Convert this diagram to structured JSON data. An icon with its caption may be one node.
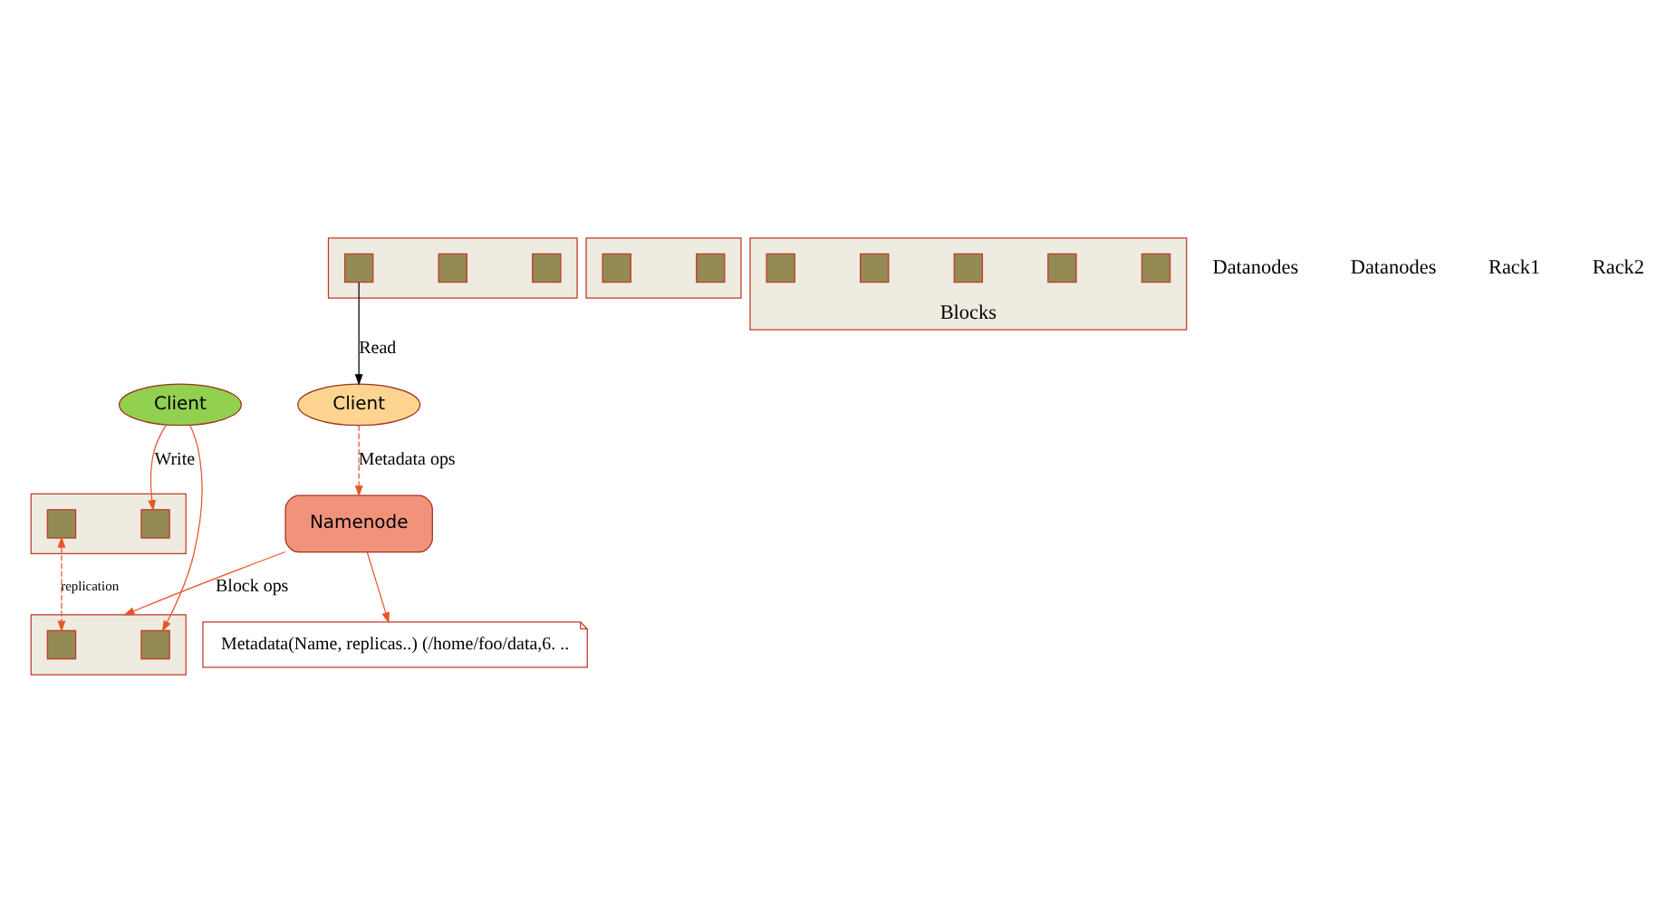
{
  "diagram": {
    "nodes": [
      {
        "text": [
          "Namenode"
        ]
      },
      {
        "text": [
          "Metadata(Name, replicas..) (/home/foo/data,6. .."
        ]
      },
      {
        "text": [
          "Client"
        ]
      },
      {
        "text": [],
        "shape": "box"
      },
      {
        "text": [],
        "shape": "box",
        "in": 3
      },
      {
        "text": [],
        "shape": "box",
        "in": 3
      },
      {
        "text": [],
        "shape": "box",
        "in": 3
      },
      {
        "text": [],
        "shape": "box"
      },
      {
        "text": [],
        "shape": "box",
        "in": 7
      },
      {
        "text": [],
        "shape": "box",
        "in": 7
      },
      {
        "text": [],
        "shape": "box"
      },
      {
        "text": [],
        "shape": "box",
        "in": 10
      },
      {
        "text": [],
        "shape": "box",
        "in": 10
      },
      {
        "text": [],
        "shape": "box"
      },
      {
        "text": [],
        "shape": "box",
        "in": 13
      },
      {
        "text": [],
        "shape": "box",
        "in": 13
      },
      {
        "text": [
          "Blocks"
        ]
      },
      {
        "text": [],
        "shape": "box",
        "in": 16
      },
      {
        "text": [],
        "shape": "box",
        "in": 16
      },
      {
        "text": [],
        "shape": "box",
        "in": 16
      },
      {
        "text": [],
        "shape": "box",
        "in": 16
      },
      {
        "text": [],
        "shape": "box",
        "in": 16
      },
      {
        "text": [
          "Client"
        ]
      }
    ],
    "edges": [
      {
        "from": 2,
        "to": 0,
        "arrow": "to",
        "label": "Metadata ops",
        "style": "dashed"
      },
      {
        "from": 0,
        "to": 1,
        "arrow": "to"
      },
      {
        "from": 0,
        "to": 13,
        "arrow": "to",
        "label": "Block ops"
      },
      {
        "from": 4,
        "to": 2,
        "arrow": "to",
        "label": "Read",
        "color": "#000000"
      },
      {
        "from": 11,
        "to": 14,
        "arrow": "both",
        "label": "replication",
        "style": "dashed"
      },
      {
        "from": 22,
        "to": 12,
        "arrow": "to",
        "label": "Write"
      },
      {
        "from": 22,
        "to": 15,
        "arrow": "to"
      }
    ],
    "labels": [
      "Datanodes",
      "Datanodes",
      "Rack1",
      "Rack2"
    ]
  }
}
